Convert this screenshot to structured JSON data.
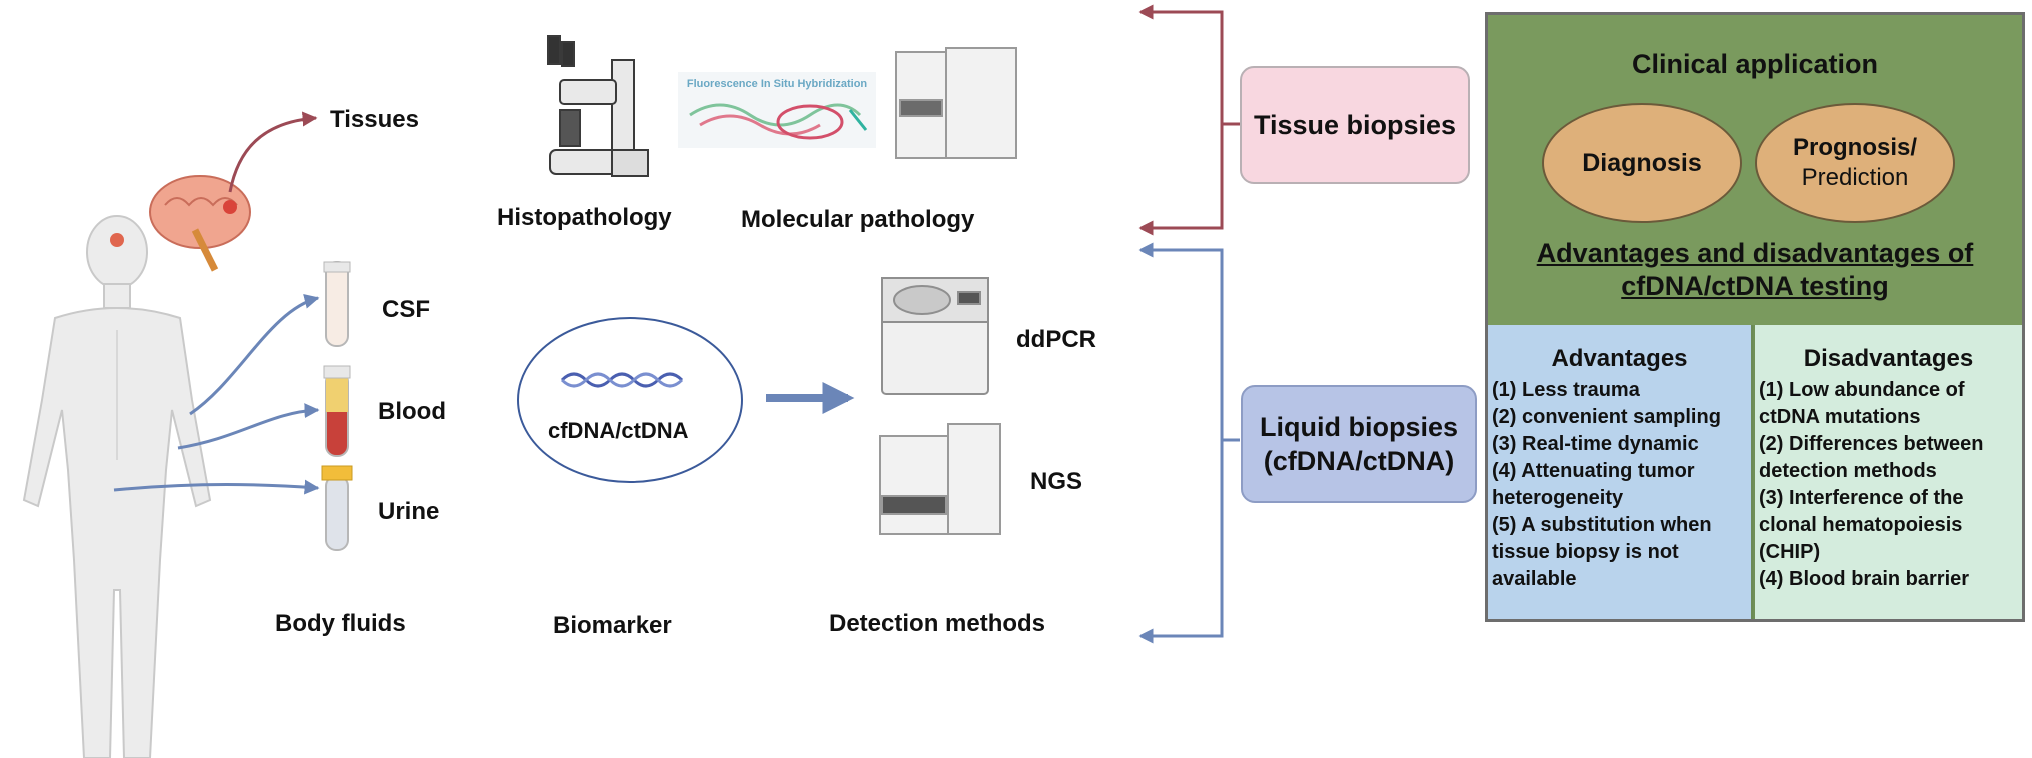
{
  "sources": {
    "tissues": "Tissues",
    "csf": "CSF",
    "blood": "Blood",
    "urine": "Urine",
    "body_fluids": "Body fluids"
  },
  "tissue_methods": {
    "histopathology": "Histopathology",
    "molecular_pathology": "Molecular pathology",
    "fish_title": "Fluorescence In Situ Hybridization"
  },
  "biomarker": {
    "label": "cfDNA/ctDNA",
    "caption": "Biomarker"
  },
  "detection": {
    "ddpcr": "ddPCR",
    "ngs": "NGS",
    "caption": "Detection methods"
  },
  "biopsies": {
    "tissue": "Tissue biopsies",
    "liquid_line1": "Liquid biopsies",
    "liquid_line2": "(cfDNA/ctDNA)"
  },
  "clinical": {
    "title": "Clinical application",
    "diagnosis": "Diagnosis",
    "prognosis_line1": "Prognosis/",
    "prognosis_line2": "Prediction",
    "adv_title_line1": "Advantages and disadvantages of",
    "adv_title_line2": "cfDNA/ctDNA testing",
    "advantages_title": "Advantages",
    "advantages": [
      "(1) Less trauma",
      "(2) convenient sampling",
      "(3) Real-time dynamic",
      "(4) Attenuating tumor",
      "heterogeneity",
      "(5) A substitution when",
      "tissue biopsy is not",
      "available"
    ],
    "disadvantages_title": "Disadvantages",
    "disadvantages": [
      "(1) Low abundance of",
      "ctDNA mutations",
      "(2) Differences between",
      "detection methods",
      "(3) Interference of the",
      "clonal hematopoiesis",
      "(CHIP)",
      "(4) Blood brain barrier"
    ]
  },
  "colors": {
    "tissue_arrow": "#9c4a55",
    "liquid_arrow": "#6b86b8",
    "panel_green": "#7a9a5e",
    "advantages_bg": "#b9d3ec",
    "disadvantages_bg": "#d4ecdd",
    "oval_fill": "#deb07a"
  }
}
